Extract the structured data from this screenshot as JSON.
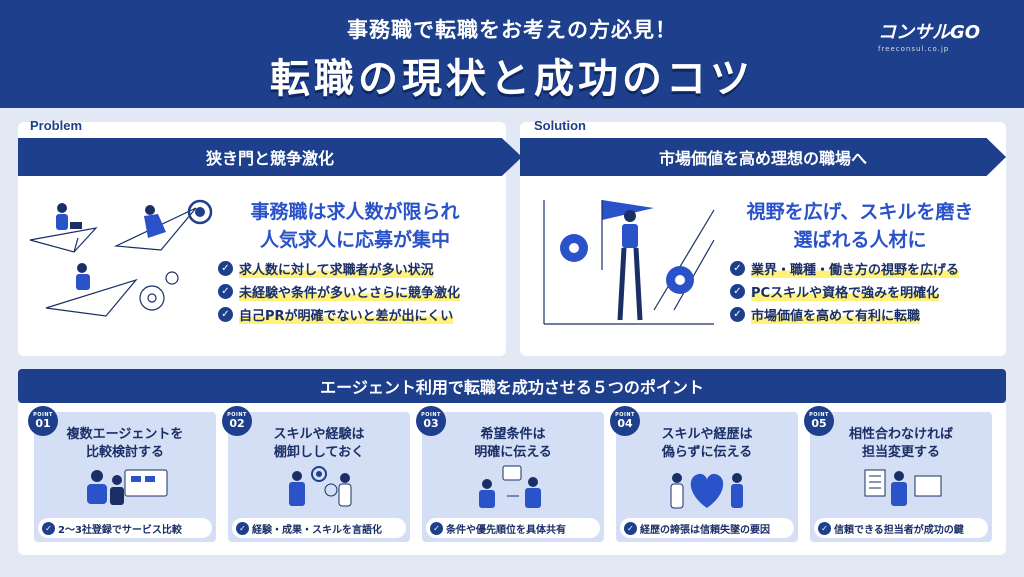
{
  "header": {
    "subtitle": "事務職で転職をお考えの方必見！",
    "title": "転職の現状と成功のコツ",
    "logo": "コンサルGO",
    "logo_sub": "freeconsul.co.jp"
  },
  "problem": {
    "tag": "Problem",
    "banner": "狭き門と競争激化",
    "heading_line1": "事務職は求人数が限られ",
    "heading_line2": "人気求人に応募が集中",
    "items": [
      "求人数に対して求職者が多い状況",
      "未経験や条件が多いとさらに競争激化",
      "自己PRが明確でないと差が出にくい"
    ]
  },
  "solution": {
    "tag": "Solution",
    "banner": "市場価値を高め理想の職場へ",
    "heading_line1": "視野を広げ、スキルを磨き",
    "heading_line2": "選ばれる人材に",
    "items": [
      "業界・職種・働き方の視野を広げる",
      "PCスキルや資格で強みを明確化",
      "市場価値を高めて有利に転職"
    ]
  },
  "points": {
    "title": "エージェント利用で転職を成功させる５つのポイント",
    "badge_label": "POINT",
    "cards": [
      {
        "num": "01",
        "line1": "複数エージェントを",
        "line2": "比較検討する",
        "foot": "2～3社登録でサービス比較"
      },
      {
        "num": "02",
        "line1": "スキルや経験は",
        "line2": "棚卸ししておく",
        "foot": "経験・成果・スキルを言語化"
      },
      {
        "num": "03",
        "line1": "希望条件は",
        "line2": "明確に伝える",
        "foot": "条件や優先順位を具体共有"
      },
      {
        "num": "04",
        "line1": "スキルや経歴は",
        "line2": "偽らずに伝える",
        "foot": "経歴の誇張は信頼失墜の要因"
      },
      {
        "num": "05",
        "line1": "相性合わなければ",
        "line2": "担当変更する",
        "foot": "信頼できる担当者が成功の鍵"
      }
    ]
  },
  "colors": {
    "navy": "#1d3f8c",
    "accent_blue": "#2a52c9",
    "card_bg": "#d4def4",
    "highlight": "#fff17a"
  },
  "icons": [
    "check-icon",
    "target-icon",
    "gear-icon",
    "paper-plane-icon",
    "flag-icon",
    "growth-arrow-icon"
  ]
}
